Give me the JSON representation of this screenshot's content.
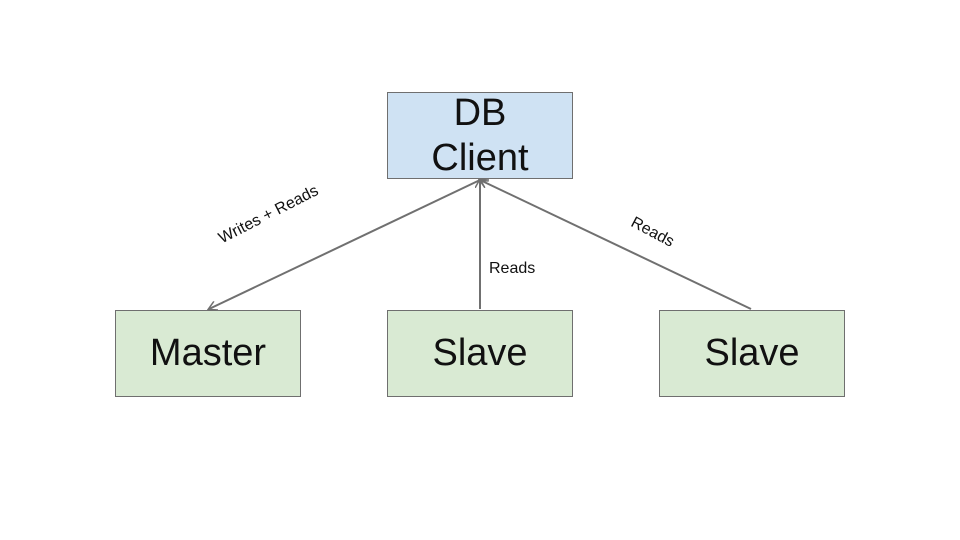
{
  "nodes": {
    "client": {
      "line1": "DB",
      "line2": "Client",
      "color": "#cfe2f3"
    },
    "master": {
      "label": "Master",
      "color": "#d9ead3"
    },
    "slave1": {
      "label": "Slave",
      "color": "#d9ead3"
    },
    "slave2": {
      "label": "Slave",
      "color": "#d9ead3"
    }
  },
  "edges": {
    "master": {
      "label": "Writes + Reads",
      "arrows": "both"
    },
    "slave1": {
      "label": "Reads",
      "arrows": "to-client"
    },
    "slave2": {
      "label": "Reads",
      "arrows": "to-client"
    }
  },
  "line_color": "#707070"
}
